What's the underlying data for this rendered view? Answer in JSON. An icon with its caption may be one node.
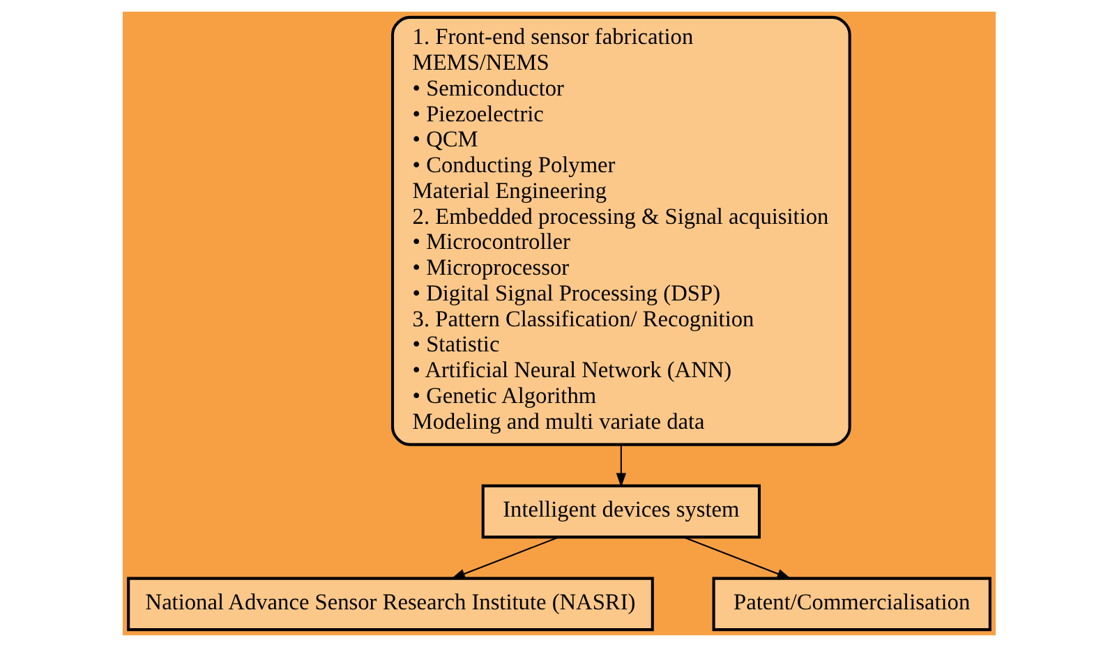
{
  "diagram": {
    "nodes": [
      {
        "text": [
          "1. Front-end sensor fabrication",
          "MEMS/NEMS",
          "• Semiconductor",
          "• Piezoelectric",
          "• QCM",
          "• Conducting Polymer",
          "Material Engineering",
          "2. Embedded processing & Signal acquisition",
          "• Microcontroller",
          "• Microprocessor",
          "• Digital Signal Processing (DSP)",
          "3. Pattern Classification/ Recognition",
          "• Statistic",
          "• Artificial Neural Network (ANN)",
          "• Genetic Algorithm",
          "Modeling and multi variate data"
        ]
      },
      {
        "text": [
          "Intelligent devices system"
        ]
      },
      {
        "text": [
          "National Advance Sensor Research Institute (NASRI)"
        ]
      },
      {
        "text": [
          "Patent/Commercialisation"
        ]
      }
    ],
    "edges": [
      {
        "from": 0,
        "to": 1,
        "arrow": "to"
      },
      {
        "from": 1,
        "to": 2,
        "arrow": "to"
      },
      {
        "from": 1,
        "to": 3,
        "arrow": "to"
      }
    ]
  }
}
